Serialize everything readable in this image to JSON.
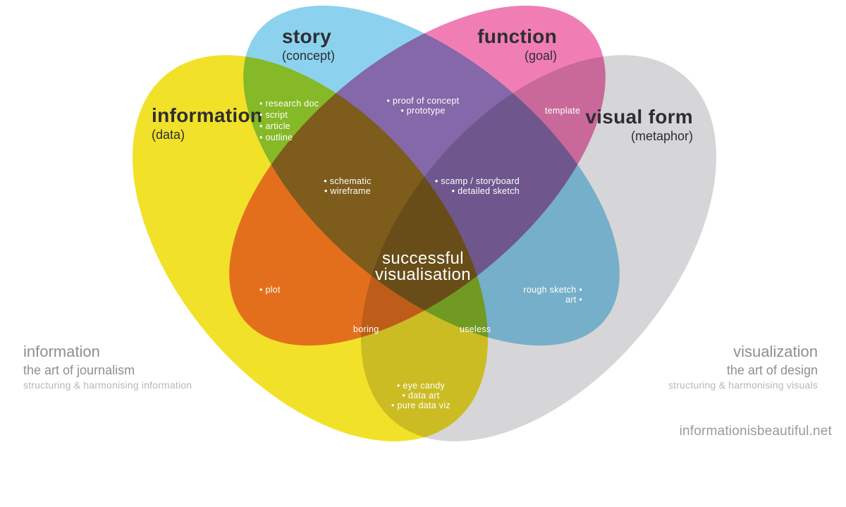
{
  "sets": {
    "information": {
      "label": "information",
      "sublabel": "(data)",
      "color": "#F2E129"
    },
    "story": {
      "label": "story",
      "sublabel": "(concept)",
      "color": "#8CD2EF"
    },
    "function": {
      "label": "function",
      "sublabel": "(goal)",
      "color": "#F07EB5"
    },
    "visualform": {
      "label": "visual form",
      "sublabel": "(metaphor)",
      "color": "#D6D5D7"
    }
  },
  "center": {
    "line1": "successful",
    "line2": "visualisation"
  },
  "regions": {
    "info_story": {
      "lines": [
        "• research doc",
        "• script",
        "• article",
        "• outline"
      ]
    },
    "story_function": {
      "lines": [
        "• proof of concept",
        "• prototype"
      ]
    },
    "function_visual": {
      "lines": [
        "template"
      ]
    },
    "info_story_function": {
      "lines": [
        "• schematic",
        "• wireframe"
      ]
    },
    "story_function_visual": {
      "lines": [
        "• scamp / storyboard",
        "• detailed sketch"
      ]
    },
    "info_function": {
      "lines": [
        "• plot"
      ]
    },
    "story_visual": {
      "lines": [
        "rough sketch •",
        "art •"
      ]
    },
    "info_function_visual": {
      "lines": [
        "boring"
      ]
    },
    "info_story_visual": {
      "lines": [
        "useless"
      ]
    },
    "info_visual": {
      "lines": [
        "• eye candy",
        "• data art",
        "• pure data viz"
      ]
    }
  },
  "footer_left": {
    "line1": "information",
    "line2": "the art of journalism",
    "line3": "structuring & harmonising information"
  },
  "footer_right": {
    "line1": "visualization",
    "line2": "the art of design",
    "line3": "structuring & harmonising visuals"
  },
  "credit": "informationisbeautiful.net"
}
